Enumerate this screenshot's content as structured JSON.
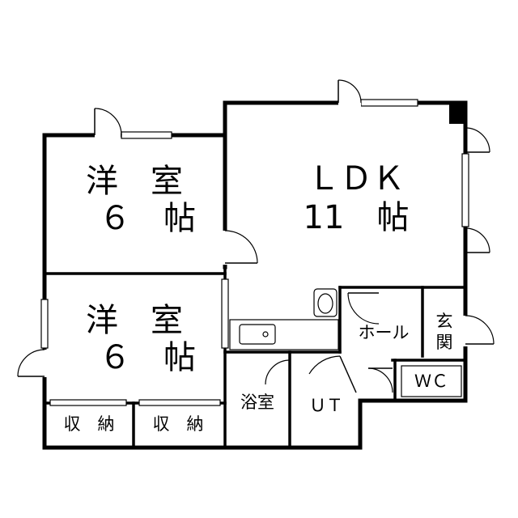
{
  "plan": {
    "rooms": {
      "yoshitsu_upper": {
        "name": "洋　室",
        "size": "６　帖"
      },
      "yoshitsu_lower": {
        "name": "洋　室",
        "size": "６　帖"
      },
      "ldk": {
        "name": "ＬＤＫ",
        "size": "11　帖"
      },
      "storage_left": {
        "name": "収　納"
      },
      "storage_right": {
        "name": "収　納"
      },
      "bath": {
        "name": "浴室"
      },
      "utility": {
        "name": "ＵＴ"
      },
      "hall": {
        "name": "ホール"
      },
      "entrance": {
        "name": "玄\n関",
        "line1": "玄",
        "line2": "関"
      },
      "wc": {
        "name": "ＷＣ"
      }
    }
  }
}
